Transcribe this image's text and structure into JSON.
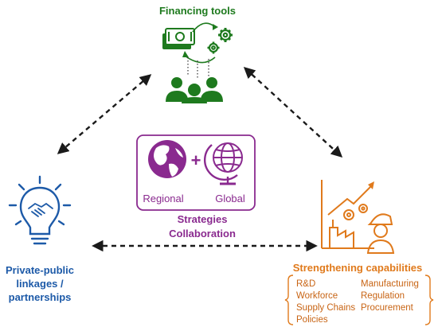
{
  "colors": {
    "green": "#1e7a1e",
    "purple": "#8a2a8f",
    "blue": "#1d5aa8",
    "orange": "#e07a1c",
    "arrow": "#1a1a1a"
  },
  "financing": {
    "title": "Financing tools",
    "icons": [
      "money-icon",
      "gears-icon",
      "cycle-arrows-icon",
      "people-group-icon"
    ]
  },
  "strategies": {
    "regional_label": "Regional",
    "global_label": "Global",
    "plus": "+",
    "title_line1": "Strategies",
    "title_line2": "Collaboration",
    "icons": [
      "earth-globe-icon",
      "desk-globe-icon"
    ]
  },
  "private_public": {
    "line1": "Private-public",
    "line2": "linkages /",
    "line3": "partnerships",
    "icons": [
      "lightbulb-handshake-icon"
    ]
  },
  "capabilities": {
    "title": "Strengthening capabilities",
    "items_left": [
      "R&D",
      "Workforce",
      "Supply Chains",
      "Policies"
    ],
    "items_right": [
      "Manufacturing",
      "Regulation",
      "Procurement"
    ],
    "icons": [
      "factory-growth-icon",
      "worker-icon"
    ]
  }
}
